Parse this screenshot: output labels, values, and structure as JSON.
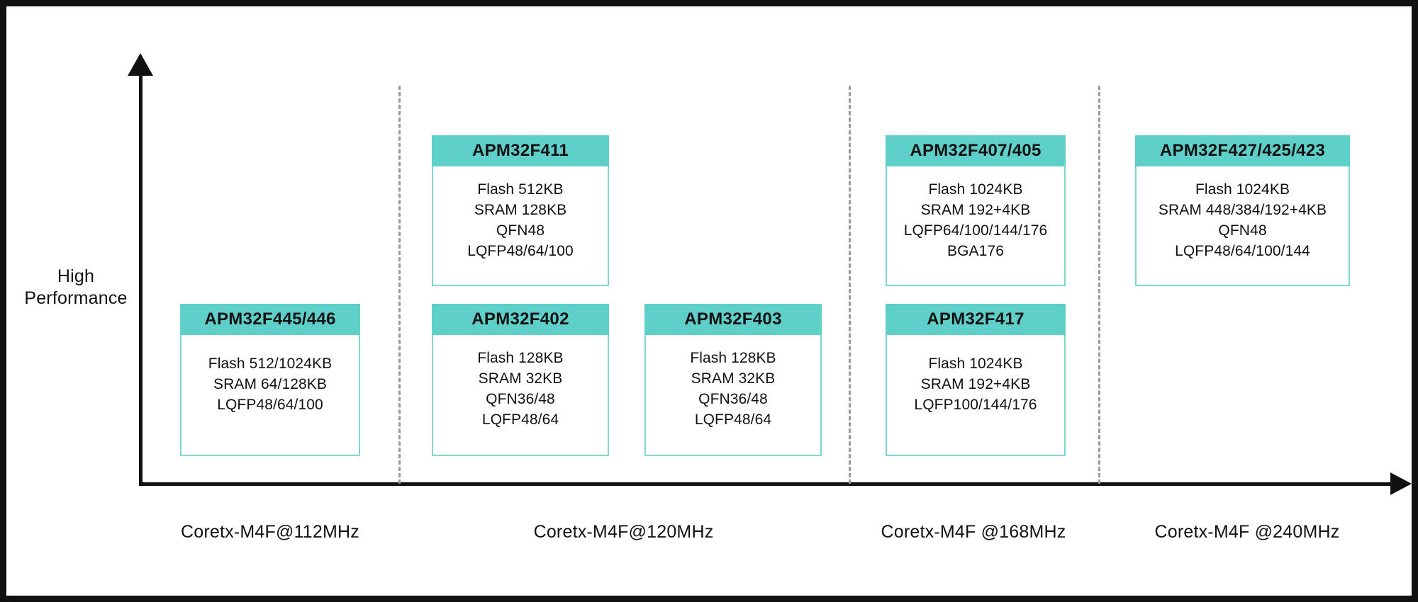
{
  "diagram": {
    "title_axis_y": "High\nPerformance",
    "y_axis_label_line1": "High",
    "y_axis_label_line2": "Performance",
    "accent_color": "#5FCFC9",
    "card_border_color": "#7DD8D2",
    "divider_color": "#9a9a9a",
    "axis_color": "#111111"
  },
  "tiers": [
    {
      "label": "Coretx-M4F@112MHz"
    },
    {
      "label": "Coretx-M4F@120MHz"
    },
    {
      "label": "Coretx-M4F @168MHz"
    },
    {
      "label": "Coretx-M4F @240MHz"
    }
  ],
  "cards": [
    {
      "id": "apm32f411",
      "title": "APM32F411",
      "specs": [
        "Flash 512KB",
        "SRAM 128KB",
        "QFN48",
        "LQFP48/64/100"
      ]
    },
    {
      "id": "apm32f407-405",
      "title": "APM32F407/405",
      "specs": [
        "Flash 1024KB",
        "SRAM 192+4KB",
        "LQFP64/100/144/176",
        "BGA176"
      ]
    },
    {
      "id": "apm32f427-425-423",
      "title": "APM32F427/425/423",
      "specs": [
        "Flash 1024KB",
        "SRAM 448/384/192+4KB",
        "QFN48",
        "LQFP48/64/100/144"
      ]
    },
    {
      "id": "apm32f445-446",
      "title": "APM32F445/446",
      "specs": [
        "Flash 512/1024KB",
        "SRAM 64/128KB",
        "LQFP48/64/100"
      ]
    },
    {
      "id": "apm32f402",
      "title": "APM32F402",
      "specs": [
        "Flash 128KB",
        "SRAM 32KB",
        "QFN36/48",
        "LQFP48/64"
      ]
    },
    {
      "id": "apm32f403",
      "title": "APM32F403",
      "specs": [
        "Flash 128KB",
        "SRAM 32KB",
        "QFN36/48",
        "LQFP48/64"
      ]
    },
    {
      "id": "apm32f417",
      "title": "APM32F417",
      "specs": [
        "Flash 1024KB",
        "SRAM 192+4KB",
        "LQFP100/144/176"
      ]
    }
  ]
}
